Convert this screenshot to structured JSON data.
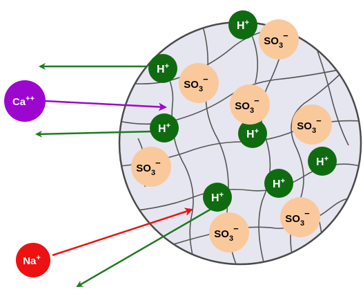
{
  "colors": {
    "bead_fill": "#e6e6f0",
    "bead_stroke": "#4a4a4a",
    "polymer_line": "#555555",
    "h_ion": "#0f6b10",
    "sulfonate": "#f9c99c",
    "calcium": "#9d06cf",
    "sodium": "#ee1111",
    "arrow_green": "#1e7a1e",
    "arrow_purple": "#9d06cf",
    "arrow_red": "#ee1111"
  },
  "labels": {
    "hydrogen_base": "H",
    "hydrogen_charge": "+",
    "sulfonate_base": "SO",
    "sulfonate_sub": "3",
    "sulfonate_charge": "−",
    "calcium_base": "Ca",
    "calcium_charge": "++",
    "sodium_base": "Na",
    "sodium_charge": "+"
  }
}
